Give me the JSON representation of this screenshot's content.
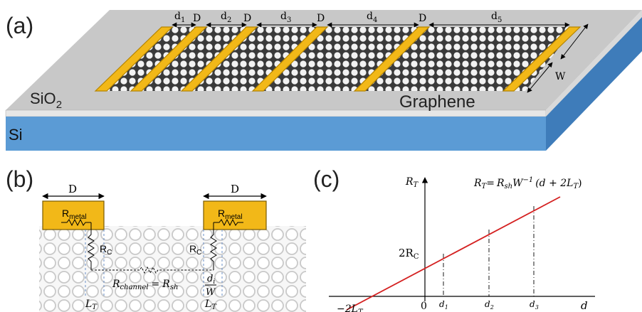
{
  "panels": {
    "a": {
      "label": "(a)",
      "substrate_top": "SiO",
      "substrate_top_sub": "2",
      "substrate_bottom": "Si",
      "material": "Graphene",
      "gap_labels": [
        {
          "base": "d",
          "sub": "1"
        },
        {
          "base": "d",
          "sub": "2"
        },
        {
          "base": "d",
          "sub": "3"
        },
        {
          "base": "d",
          "sub": "4"
        },
        {
          "base": "d",
          "sub": "5"
        }
      ],
      "contact_label": "D",
      "width_label": "W"
    },
    "b": {
      "label": "(b)",
      "contact_width": "D",
      "r_metal": "R",
      "r_metal_sub": "metal",
      "r_contact": "R",
      "r_contact_sub": "C",
      "r_channel_lhs": "R",
      "r_channel_lhs_sub": "channel",
      "r_channel_eq": "=",
      "r_channel_rsh": "R",
      "r_channel_rsh_sub": "sh",
      "frac_num": "d",
      "frac_num_sub": "i",
      "frac_den": "W",
      "lt": "L",
      "lt_sub": "T"
    },
    "c": {
      "label": "(c)",
      "y_axis": "R",
      "y_axis_sub": "T",
      "x_axis": "d",
      "origin": "0",
      "intercept": "2R",
      "intercept_sub": "C",
      "x_intercept": "−2L",
      "x_intercept_sub": "T",
      "equation": {
        "lhs": "R",
        "lhs_sub": "T",
        "eq": "=",
        "rsh": "R",
        "rsh_sub": "sh",
        "w": "W",
        "w_sup": "−1",
        "paren": "(d + 2L",
        "paren_sub": "T",
        "close": ")"
      },
      "ticks": [
        {
          "base": "d",
          "sub": "1"
        },
        {
          "base": "d",
          "sub": "2"
        },
        {
          "base": "d",
          "sub": "3"
        }
      ]
    }
  },
  "colors": {
    "sio2_top": "#c8c8c8",
    "sio2_side": "#d9d9d9",
    "si_front": "#5b9bd5",
    "si_side": "#3e7cba",
    "gold": "#f2b818",
    "gold_edge": "#b58400",
    "line_red": "#d42020"
  }
}
